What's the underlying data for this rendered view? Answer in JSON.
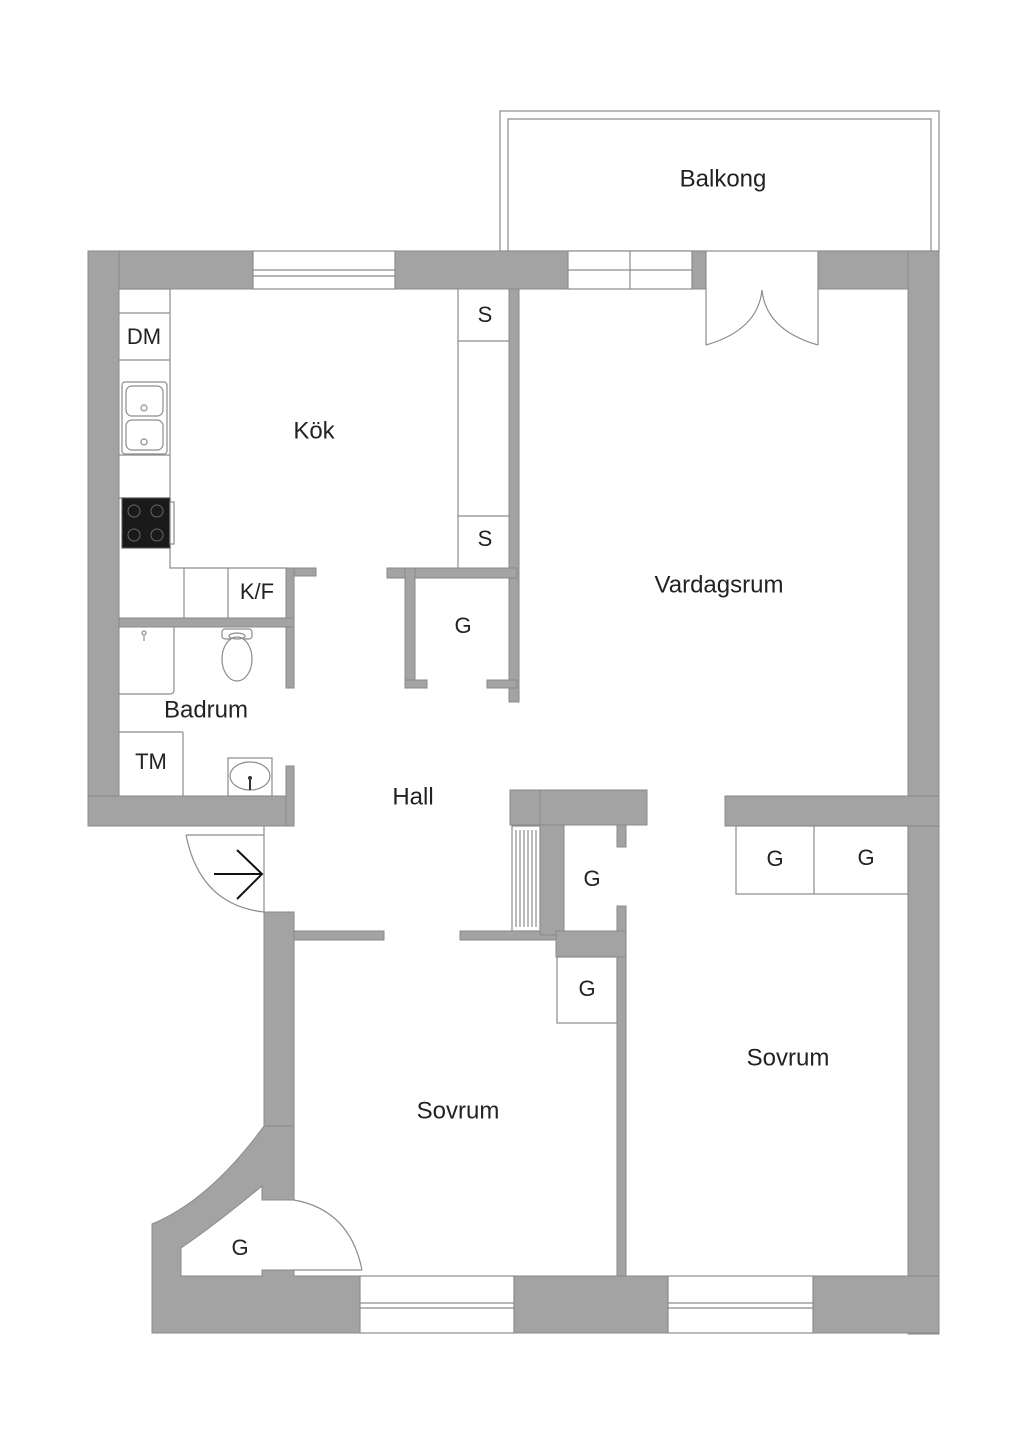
{
  "rooms": {
    "balcony": "Balkong",
    "kitchen": "Kök",
    "living": "Vardagsrum",
    "bathroom": "Badrum",
    "hall": "Hall",
    "bedroom_left": "Sovrum",
    "bedroom_right": "Sovrum"
  },
  "fixtures": {
    "dishwasher": "DM",
    "fridge_freezer": "K/F",
    "storage": "S",
    "wardrobe": "G",
    "washer": "TM"
  },
  "colors": {
    "wall": "#a3a3a3",
    "line": "#8c8c8c",
    "background": "#ffffff"
  }
}
